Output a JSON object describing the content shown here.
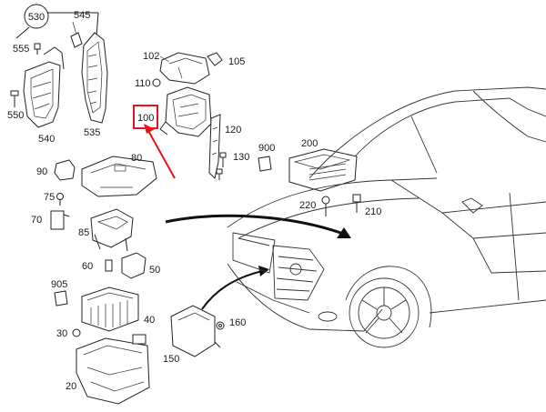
{
  "labels": {
    "p530": "530",
    "p545": "545",
    "p555": "555",
    "p550": "550",
    "p540": "540",
    "p535": "535",
    "p102": "102",
    "p105": "105",
    "p110": "110",
    "p100": "100",
    "p120": "120",
    "p130": "130",
    "p900": "900",
    "p200": "200",
    "p90": "90",
    "p80": "80",
    "p75": "75",
    "p70": "70",
    "p85": "85",
    "p220": "220",
    "p210": "210",
    "p60": "60",
    "p50": "50",
    "p905": "905",
    "p40": "40",
    "p30": "30",
    "p160": "160",
    "p150": "150",
    "p20": "20"
  },
  "colors": {
    "highlight": "#e8141c",
    "line": "#222222",
    "background": "#ffffff"
  },
  "highlighted_part": "100"
}
